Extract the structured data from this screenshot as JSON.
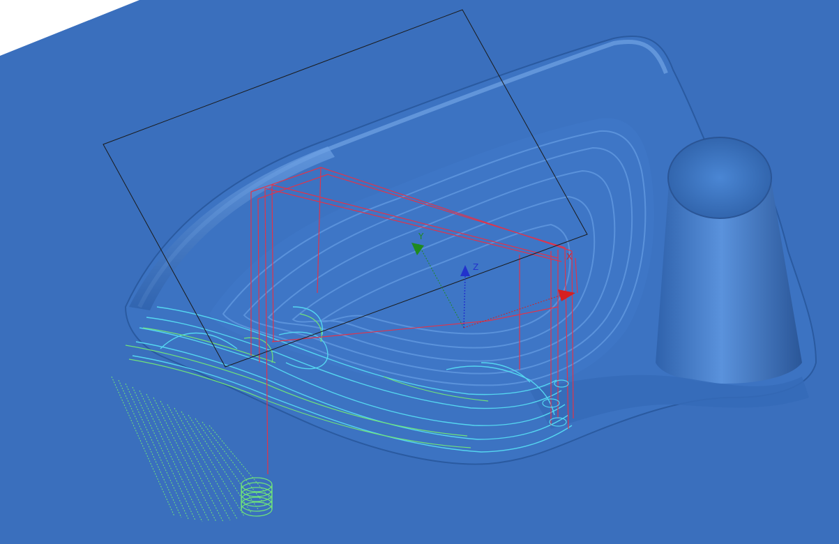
{
  "viewport": {
    "background_color": "#ffffff",
    "stock_color": "#3a6fbd",
    "part_color": "#3f76c4",
    "rapid_color": "#e0344b",
    "cut_color_cyan": "#55d6f0",
    "cut_color_green": "#6fe27a",
    "plane_color": "#1a1a1a"
  },
  "triad": {
    "x_label": "X",
    "y_label": "Y",
    "z_label": "Z",
    "x_color": "#d62020",
    "y_color": "#1f8a1f",
    "z_color": "#2233cc"
  }
}
